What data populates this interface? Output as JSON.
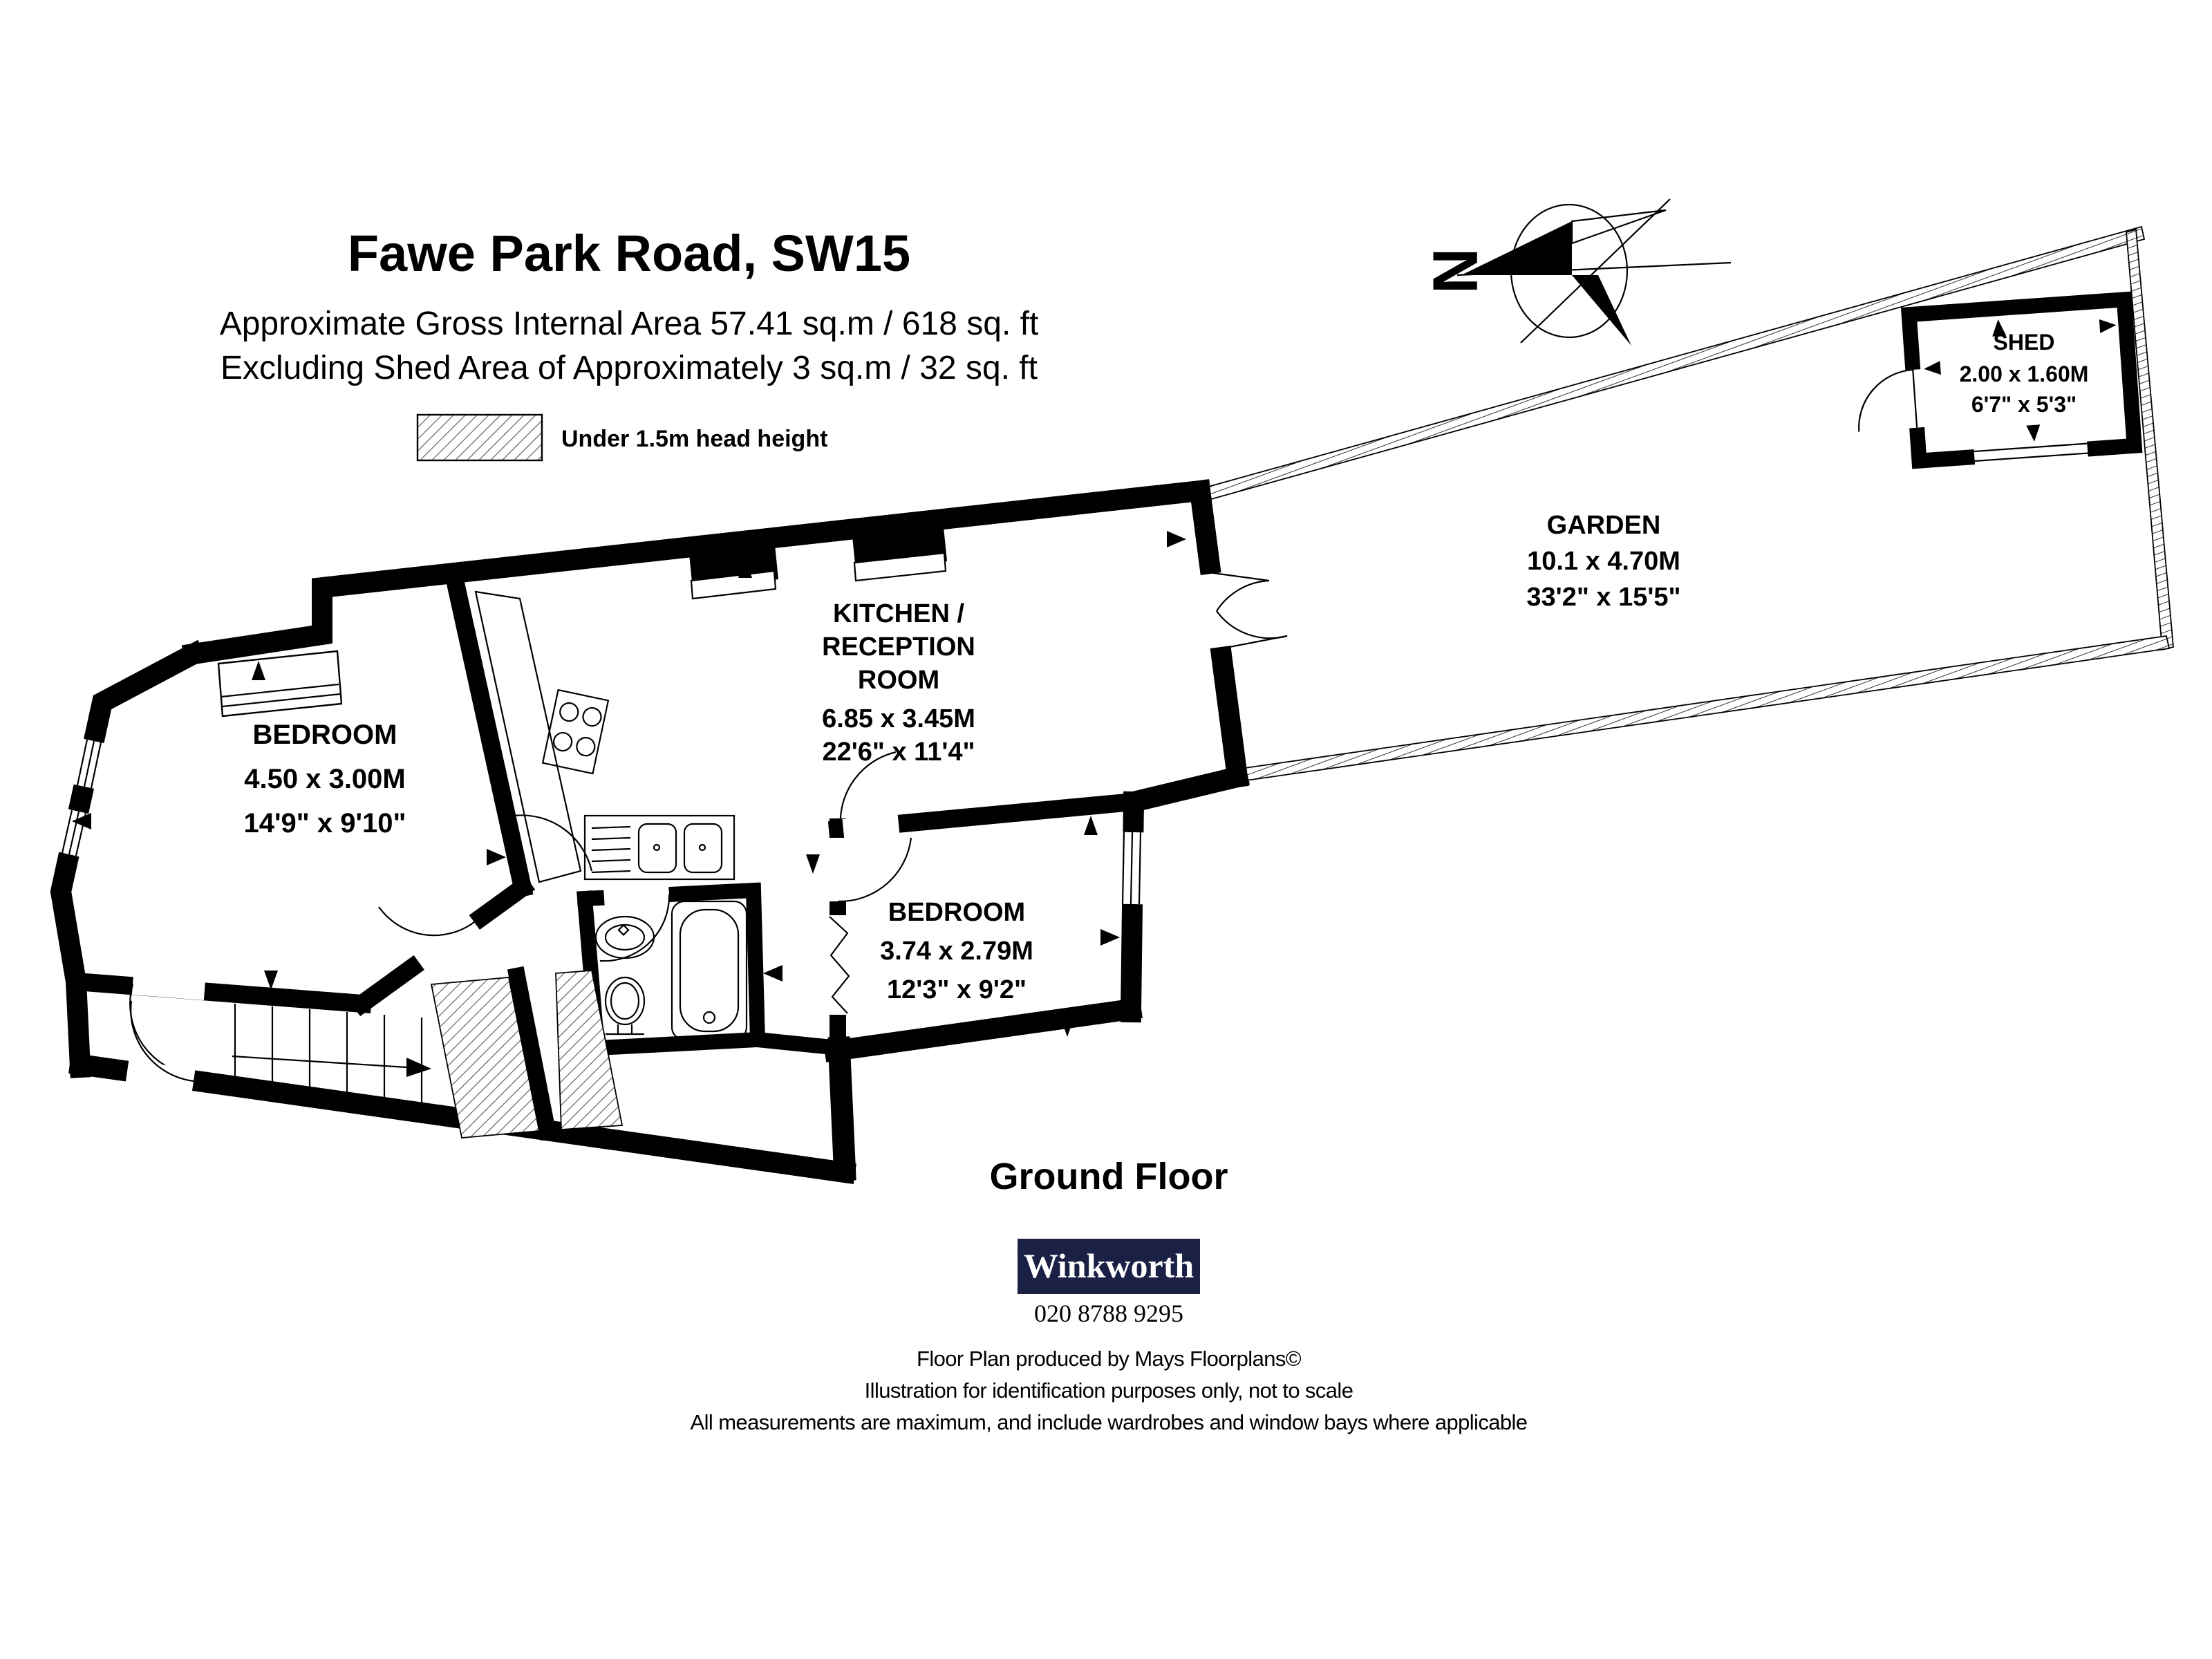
{
  "header": {
    "title": "Fawe Park Road, SW15",
    "area_line1": "Approximate Gross Internal Area 57.41 sq.m  /  618 sq. ft",
    "area_line2": "Excluding Shed Area of Approximately 3 sq.m /  32 sq. ft"
  },
  "legend": {
    "label": "Under 1.5m head height"
  },
  "compass": {
    "label": "N"
  },
  "rooms": {
    "bedroom_left": {
      "name": "BEDROOM",
      "metric": "4.50 x 3.00M",
      "imperial": "14'9\" x 9'10\""
    },
    "kitchen": {
      "name_line1": "KITCHEN /",
      "name_line2": "RECEPTION",
      "name_line3": "ROOM",
      "metric": "6.85 x 3.45M",
      "imperial": "22'6\" x 11'4\""
    },
    "bedroom_right": {
      "name": "BEDROOM",
      "metric": "3.74 x 2.79M",
      "imperial": "12'3\" x 9'2\""
    },
    "garden": {
      "name": "GARDEN",
      "metric": "10.1 x 4.70M",
      "imperial": "33'2\" x 15'5\""
    },
    "shed": {
      "name": "SHED",
      "metric": "2.00 x 1.60M",
      "imperial": "6'7\" x 5'3\""
    }
  },
  "floor_label": "Ground Floor",
  "agency": {
    "name": "Winkworth",
    "phone": "020 8788 9295",
    "brand_color": "#1b2145"
  },
  "footer": {
    "line1": "Floor Plan produced by Mays Floorplans©",
    "line2": "Illustration for identification purposes only, not to scale",
    "line3": "All measurements are maximum, and include wardrobes and window bays where applicable"
  }
}
